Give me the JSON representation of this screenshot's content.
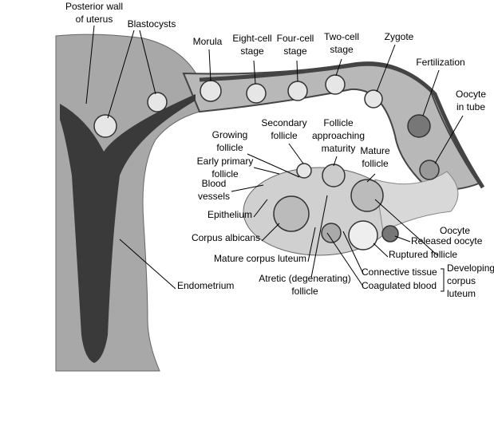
{
  "labels": {
    "posterior_wall": [
      "Posterior wall",
      "of uterus"
    ],
    "blastocysts": "Blastocysts",
    "morula": "Morula",
    "eight_cell": [
      "Eight-cell",
      "stage"
    ],
    "four_cell": [
      "Four-cell",
      "stage"
    ],
    "two_cell": [
      "Two-cell",
      "stage"
    ],
    "zygote": "Zygote",
    "fertilization": "Fertilization",
    "oocyte_in_tube": [
      "Oocyte",
      "in tube"
    ],
    "secondary_follicle": [
      "Secondary",
      "follicle"
    ],
    "follicle_approaching": [
      "Follicle",
      "approaching",
      "maturity"
    ],
    "growing_follicle": [
      "Growing",
      "follicle"
    ],
    "mature_follicle": [
      "Mature",
      "follicle"
    ],
    "early_primary": [
      "Early primary",
      "follicle"
    ],
    "blood_vessels": [
      "Blood",
      "vessels"
    ],
    "epithelium": "Epithelium",
    "corpus_albicans": "Corpus albicans",
    "mature_corpus_luteum": "Mature corpus luteum",
    "endometrium": "Endometrium",
    "atretic": [
      "Atretic (degenerating)",
      "follicle"
    ],
    "oocyte": "Oocyte",
    "released_oocyte": "Released oocyte",
    "ruptured_follicle": "Ruptured follicle",
    "connective_tissue": "Connective tissue",
    "coagulated_blood": "Coagulated blood",
    "developing_corpus_luteum": [
      "Developing",
      "corpus",
      "luteum"
    ]
  },
  "colors": {
    "tissue": "#a8a8a8",
    "cavity": "#3a3a3a",
    "ovary": "#d0d0d0",
    "wall": "#555555"
  }
}
